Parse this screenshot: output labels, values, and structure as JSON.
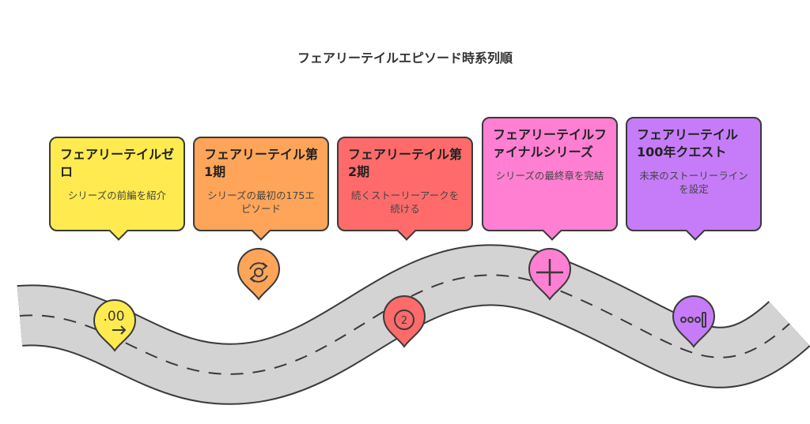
{
  "title": "フェアリーテイルエピソード時系列順",
  "colors": {
    "road": "#d3d3d3",
    "road_edge": "#3a3a3a",
    "stage1": "#ffeb4f",
    "stage2": "#ffa559",
    "stage3": "#ff6b6b",
    "stage4": "#ff7fd2",
    "stage5": "#c67cf8"
  },
  "stages": [
    {
      "heading": "フェアリーテイルゼロ",
      "description": "シリーズの前編を紹介",
      "icon": "decimal-arrow-icon",
      "icon_text": ".00"
    },
    {
      "heading": "フェアリーテイル第1期",
      "description": "シリーズの最初の175エピソード",
      "icon": "cycle-icon"
    },
    {
      "heading": "フェアリーテイル第2期",
      "description": "続くストーリーアークを続ける",
      "icon": "number-two-icon",
      "icon_text": "2"
    },
    {
      "heading": "フェアリーテイルファイナルシリーズ",
      "description": "シリーズの最終章を完結",
      "icon": "plus-icon"
    },
    {
      "heading": "フェアリーテイル100年クエスト",
      "description": "未来のストーリーラインを設定",
      "icon": "ellipsis-bar-icon"
    }
  ]
}
